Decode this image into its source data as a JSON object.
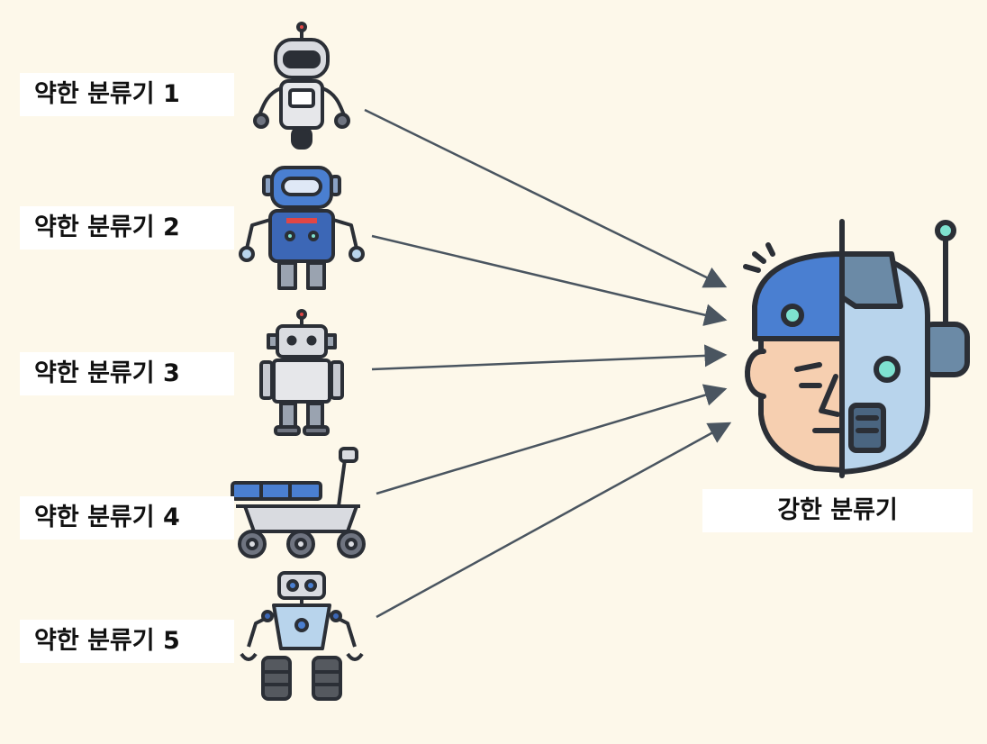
{
  "weak_classifiers": [
    {
      "label": "약한 분류기 1",
      "icon": "robot-grey-wheel-icon"
    },
    {
      "label": "약한 분류기 2",
      "icon": "robot-blue-icon"
    },
    {
      "label": "약한 분류기 3",
      "icon": "robot-boxy-grey-icon"
    },
    {
      "label": "약한 분류기 4",
      "icon": "rover-icon"
    },
    {
      "label": "약한 분류기 5",
      "icon": "robot-tracked-icon"
    }
  ],
  "strong_classifier": {
    "label": "강한 분류기",
    "icon": "cyborg-head-icon"
  },
  "colors": {
    "background": "#fdf8ea",
    "arrow": "#4a5560",
    "outline": "#2b2f36",
    "blue": "#4a7fd1",
    "light_blue": "#b8d4ec",
    "grey": "#d9dbe0",
    "skin": "#f6cfb0",
    "teal": "#7ee2d0"
  }
}
